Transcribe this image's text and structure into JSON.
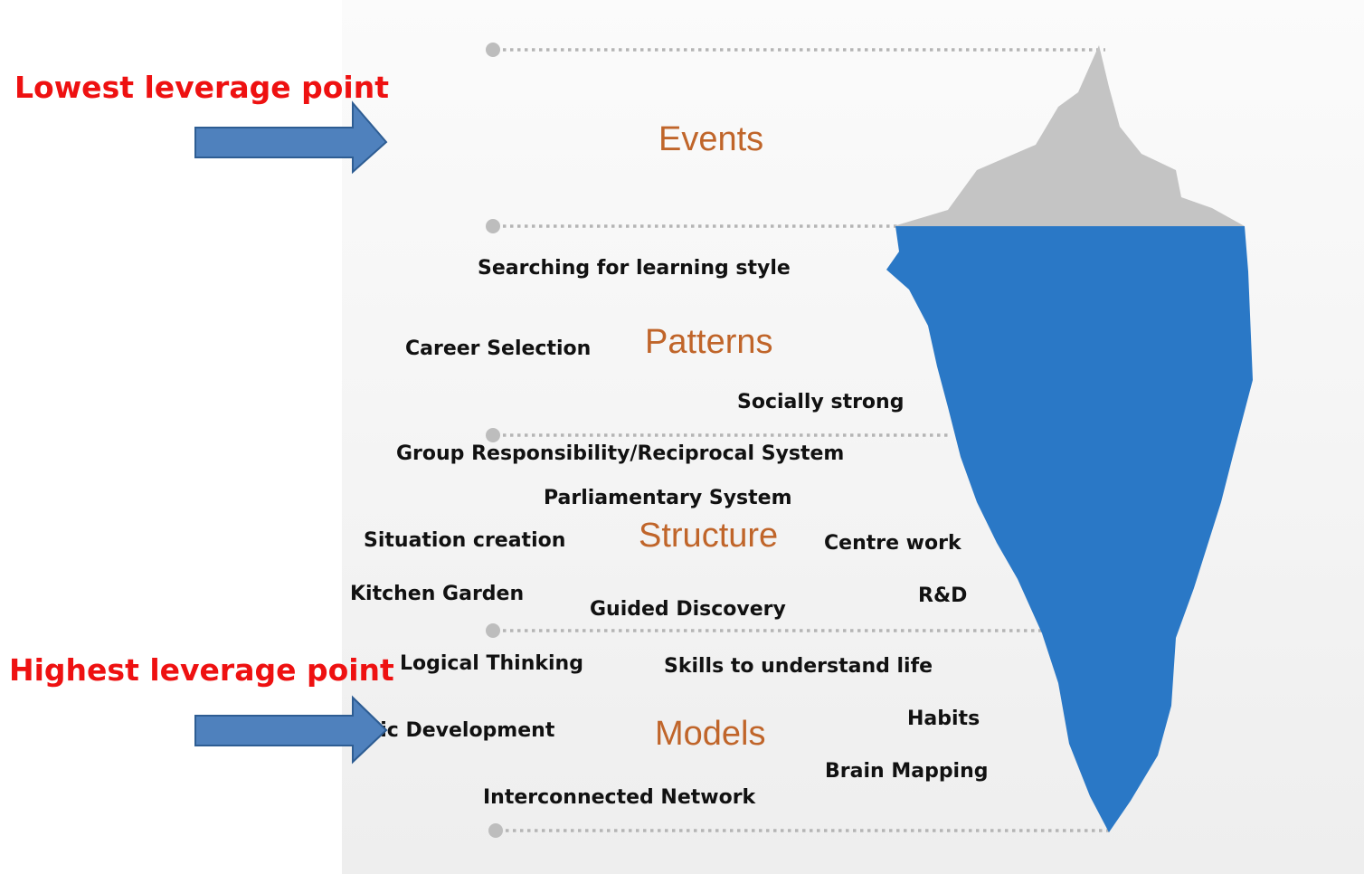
{
  "leverage": {
    "lowest": "Lowest leverage point",
    "highest": "Highest leverage point"
  },
  "levels": {
    "events": "Events",
    "patterns": "Patterns",
    "structure": "Structure",
    "models": "Models"
  },
  "labels": {
    "searching_learning_style": "Searching for learning style",
    "career_selection": "Career Selection",
    "socially_strong": "Socially strong",
    "group_responsibility": "Group Responsibility/Reciprocal System",
    "parliamentary_system": "Parliamentary System",
    "situation_creation": "Situation creation",
    "centre_work": "Centre work",
    "kitchen_garden": "Kitchen Garden",
    "guided_discovery": "Guided Discovery",
    "r_and_d": "R&D",
    "logical_thinking": "Logical Thinking",
    "skills_understand_life": "Skills to understand life",
    "holistic_development": "Holistic Development",
    "habits": "Habits",
    "brain_mapping": "Brain Mapping",
    "interconnected_network": "Interconnected Network"
  },
  "colors": {
    "leverage_text": "#ee1111",
    "level_text": "#c0652a",
    "iceberg_above": "#c4c4c4",
    "iceberg_below": "#2a78c6",
    "arrow_fill": "#4f81bd",
    "arrow_stroke": "#2e5d93",
    "dotted_line": "#b5b5b5"
  }
}
